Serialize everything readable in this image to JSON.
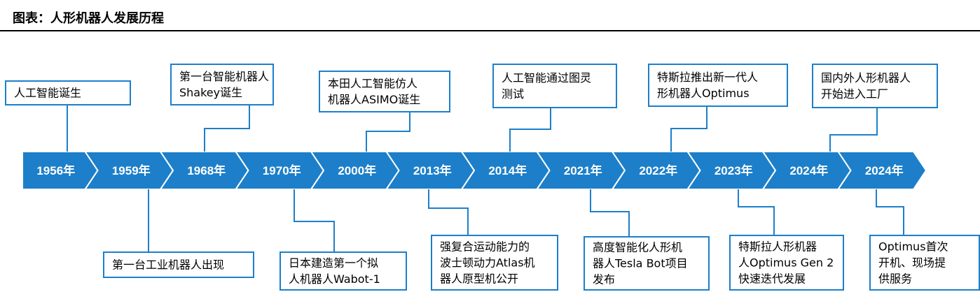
{
  "title": "图表：人形机器人发展历程",
  "colors": {
    "accent": "#1d7fc9",
    "text": "#000000",
    "rule": "#000000"
  },
  "milestones": [
    {
      "year": "1956年",
      "lines": [
        "人工智能诞生"
      ],
      "position": "top"
    },
    {
      "year": "1959年",
      "lines": [
        "第一台工业机器人出现"
      ],
      "position": "bottom"
    },
    {
      "year": "1968年",
      "lines": [
        "第一台智能机器人",
        "Shakey诞生"
      ],
      "position": "top"
    },
    {
      "year": "1970年",
      "lines": [
        "日本建造第一个拟",
        "人机器人Wabot-1"
      ],
      "position": "bottom"
    },
    {
      "year": "2000年",
      "lines": [
        "本田人工智能仿人",
        "机器人ASIMO诞生"
      ],
      "position": "top"
    },
    {
      "year": "2013年",
      "lines": [
        "强复合运动能力的",
        "波士顿动力Atlas机",
        "器人原型机公开"
      ],
      "position": "bottom"
    },
    {
      "year": "2014年",
      "lines": [
        "人工智能通过图灵",
        "测试"
      ],
      "position": "top"
    },
    {
      "year": "2021年",
      "lines": [
        "高度智能化人形机",
        "器人Tesla Bot项目",
        "发布"
      ],
      "position": "bottom"
    },
    {
      "year": "2022年",
      "lines": [
        "特斯拉推出新一代人",
        "形机器人Optimus"
      ],
      "position": "top"
    },
    {
      "year": "2023年",
      "lines": [
        "特斯拉人形机器",
        "人Optimus Gen 2",
        "快速迭代发展"
      ],
      "position": "bottom"
    },
    {
      "year": "2024年",
      "lines": [
        "国内外人形机器人",
        "开始进入工厂"
      ],
      "position": "top"
    },
    {
      "year": "2024年",
      "lines": [
        "Optimus首次",
        "开机、现场提",
        "供服务"
      ],
      "position": "bottom"
    }
  ]
}
